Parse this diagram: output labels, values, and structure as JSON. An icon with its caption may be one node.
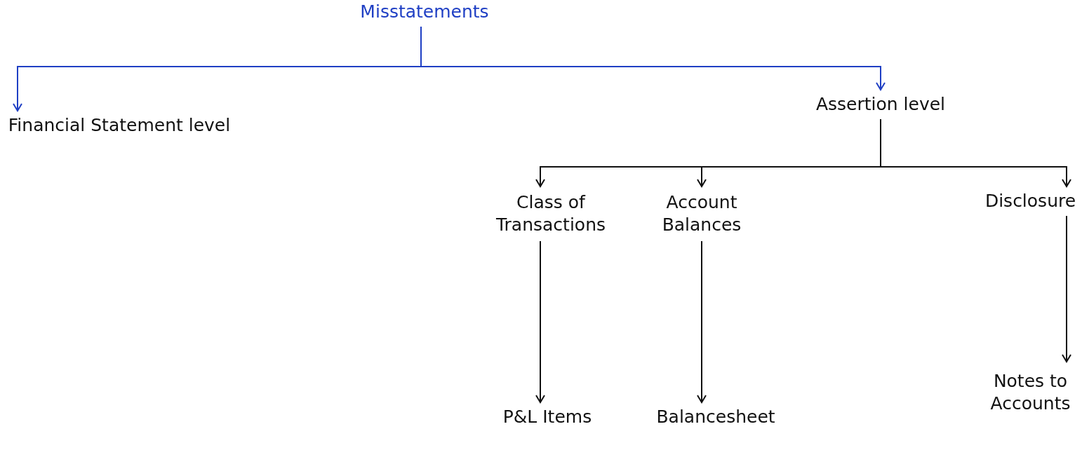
{
  "diagram": {
    "nodes": [
      {
        "text": [
          "Misstatements"
        ]
      },
      {
        "text": [
          "Financial Statement level"
        ]
      },
      {
        "text": [
          "Assertion level"
        ]
      },
      {
        "text": [
          "Class of Transactions"
        ]
      },
      {
        "text": [
          "Account Balances"
        ]
      },
      {
        "text": [
          "Disclosure"
        ]
      },
      {
        "text": [
          "P&L Items"
        ]
      },
      {
        "text": [
          "Balancesheet"
        ]
      },
      {
        "text": [
          "Notes to Accounts"
        ]
      }
    ],
    "edges": [
      {
        "from": 0,
        "to": 1,
        "arrow": "to",
        "color": "#1f3fc4"
      },
      {
        "from": 0,
        "to": 2,
        "arrow": "to",
        "color": "#1f3fc4"
      },
      {
        "from": 2,
        "to": 3,
        "arrow": "to"
      },
      {
        "from": 2,
        "to": 4,
        "arrow": "to"
      },
      {
        "from": 2,
        "to": 5,
        "arrow": "to"
      },
      {
        "from": 3,
        "to": 6,
        "arrow": "to"
      },
      {
        "from": 4,
        "to": 7,
        "arrow": "to"
      },
      {
        "from": 5,
        "to": 8,
        "arrow": "to"
      }
    ]
  }
}
